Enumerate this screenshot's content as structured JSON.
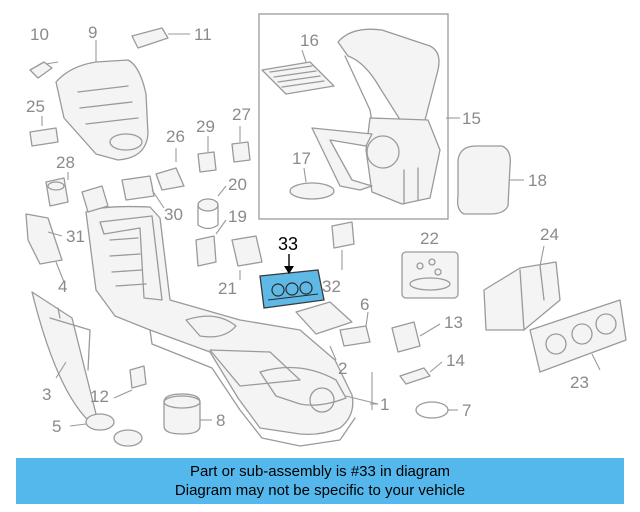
{
  "diagram": {
    "callouts": [
      "1",
      "2",
      "3",
      "4",
      "5",
      "6",
      "7",
      "8",
      "9",
      "10",
      "11",
      "12",
      "13",
      "14",
      "15",
      "16",
      "17",
      "18",
      "19",
      "20",
      "21",
      "22",
      "23",
      "24",
      "25",
      "26",
      "27",
      "28",
      "29",
      "30",
      "31",
      "32",
      "33"
    ],
    "highlighted_part": "33",
    "highlight_color": "#5fb9e6",
    "line_color": "#9a9a9a"
  },
  "banner": {
    "line1": "Part or sub-assembly is #33 in diagram",
    "line2": "Diagram may not be specific to your vehicle",
    "background": "#55b8ec"
  }
}
